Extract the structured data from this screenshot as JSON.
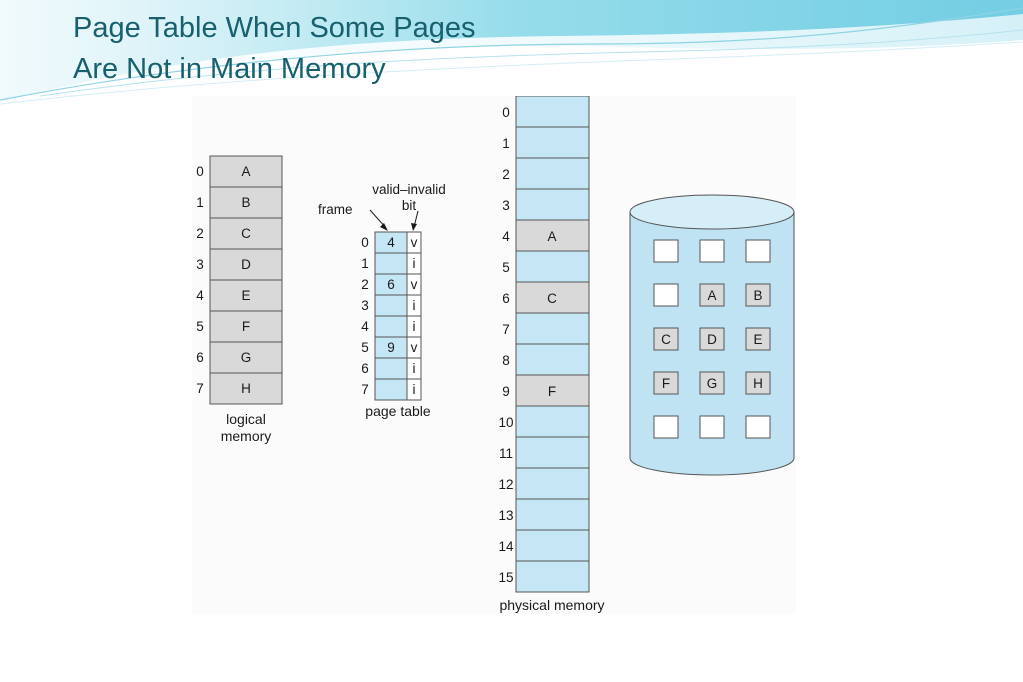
{
  "title": {
    "line1": "Page Table When Some Pages",
    "line2": "Are Not in Main Memory"
  },
  "logical_memory": {
    "caption_line1": "logical",
    "caption_line2": "memory",
    "pages": [
      {
        "index": "0",
        "label": "A"
      },
      {
        "index": "1",
        "label": "B"
      },
      {
        "index": "2",
        "label": "C"
      },
      {
        "index": "3",
        "label": "D"
      },
      {
        "index": "4",
        "label": "E"
      },
      {
        "index": "5",
        "label": "F"
      },
      {
        "index": "6",
        "label": "G"
      },
      {
        "index": "7",
        "label": "H"
      }
    ]
  },
  "page_table": {
    "caption": "page table",
    "frame_label": "frame",
    "valid_invalid_label_line1": "valid–invalid",
    "valid_invalid_label_line2": "bit",
    "entries": [
      {
        "index": "0",
        "frame": "4",
        "bit": "v"
      },
      {
        "index": "1",
        "frame": "",
        "bit": "i"
      },
      {
        "index": "2",
        "frame": "6",
        "bit": "v"
      },
      {
        "index": "3",
        "frame": "",
        "bit": "i"
      },
      {
        "index": "4",
        "frame": "",
        "bit": "i"
      },
      {
        "index": "5",
        "frame": "9",
        "bit": "v"
      },
      {
        "index": "6",
        "frame": "",
        "bit": "i"
      },
      {
        "index": "7",
        "frame": "",
        "bit": "i"
      }
    ]
  },
  "physical_memory": {
    "caption": "physical memory",
    "frames": [
      {
        "index": "0",
        "label": ""
      },
      {
        "index": "1",
        "label": ""
      },
      {
        "index": "2",
        "label": ""
      },
      {
        "index": "3",
        "label": ""
      },
      {
        "index": "4",
        "label": "A"
      },
      {
        "index": "5",
        "label": ""
      },
      {
        "index": "6",
        "label": "C"
      },
      {
        "index": "7",
        "label": ""
      },
      {
        "index": "8",
        "label": ""
      },
      {
        "index": "9",
        "label": "F"
      },
      {
        "index": "10",
        "label": ""
      },
      {
        "index": "11",
        "label": ""
      },
      {
        "index": "12",
        "label": ""
      },
      {
        "index": "13",
        "label": ""
      },
      {
        "index": "14",
        "label": ""
      },
      {
        "index": "15",
        "label": ""
      }
    ]
  },
  "backing_store": {
    "rows": [
      [
        "",
        "",
        ""
      ],
      [
        "",
        "A",
        "B"
      ],
      [
        "C",
        "D",
        "E"
      ],
      [
        "F",
        "G",
        "H"
      ],
      [
        "",
        "",
        ""
      ]
    ]
  },
  "colors": {
    "title": "#17606e",
    "light_blue": "#c5e6f5",
    "gray_cell": "#d9d9d9",
    "figure_background": "#fbfbfb"
  }
}
